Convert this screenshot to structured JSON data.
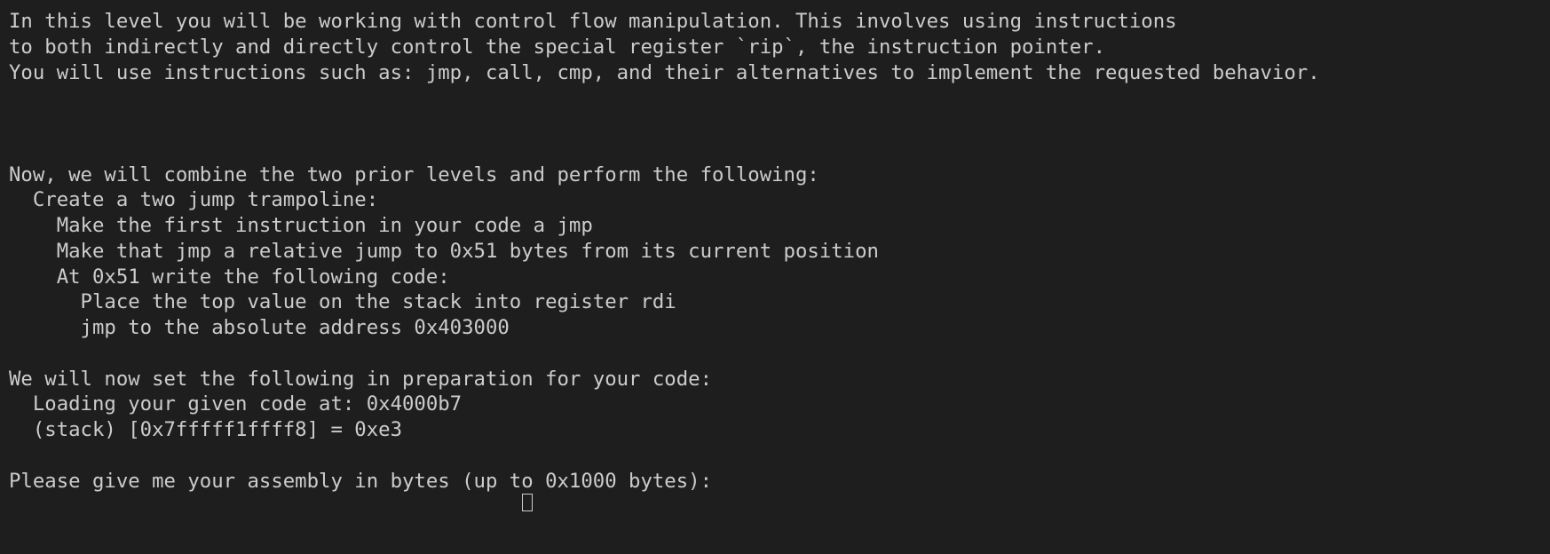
{
  "terminal": {
    "lines": [
      "In this level you will be working with control flow manipulation. This involves using instructions",
      "to both indirectly and directly control the special register `rip`, the instruction pointer.",
      "You will use instructions such as: jmp, call, cmp, and their alternatives to implement the requested behavior.",
      "",
      "",
      "",
      "Now, we will combine the two prior levels and perform the following:",
      "  Create a two jump trampoline:",
      "    Make the first instruction in your code a jmp",
      "    Make that jmp a relative jump to 0x51 bytes from its current position",
      "    At 0x51 write the following code:",
      "      Place the top value on the stack into register rdi",
      "      jmp to the absolute address 0x403000",
      "",
      "We will now set the following in preparation for your code:",
      "  Loading your given code at: 0x4000b7",
      "  (stack) [0x7fffff1ffff8] = 0xe3",
      "",
      "Please give me your assembly in bytes (up to 0x1000 bytes):"
    ]
  }
}
